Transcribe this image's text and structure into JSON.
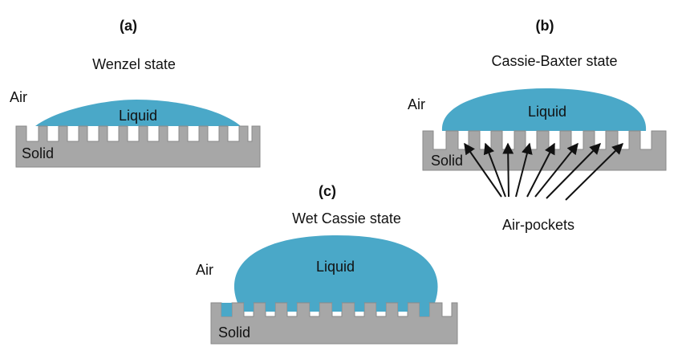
{
  "colors": {
    "liquid": "#4aa8c8",
    "solid": "#a7a7a7",
    "solid_edge": "#8a8a8a",
    "arrow": "#111111",
    "text": "#111111"
  },
  "panels": {
    "a": {
      "label": "(a)",
      "title": "Wenzel state",
      "air": "Air",
      "liquid": "Liquid",
      "solid": "Solid"
    },
    "b": {
      "label": "(b)",
      "title": "Cassie-Baxter state",
      "air": "Air",
      "liquid": "Liquid",
      "solid": "Solid",
      "air_pockets": "Air-pockets"
    },
    "c": {
      "label": "(c)",
      "title": "Wet Cassie state",
      "air": "Air",
      "liquid": "Liquid",
      "solid": "Solid"
    }
  }
}
